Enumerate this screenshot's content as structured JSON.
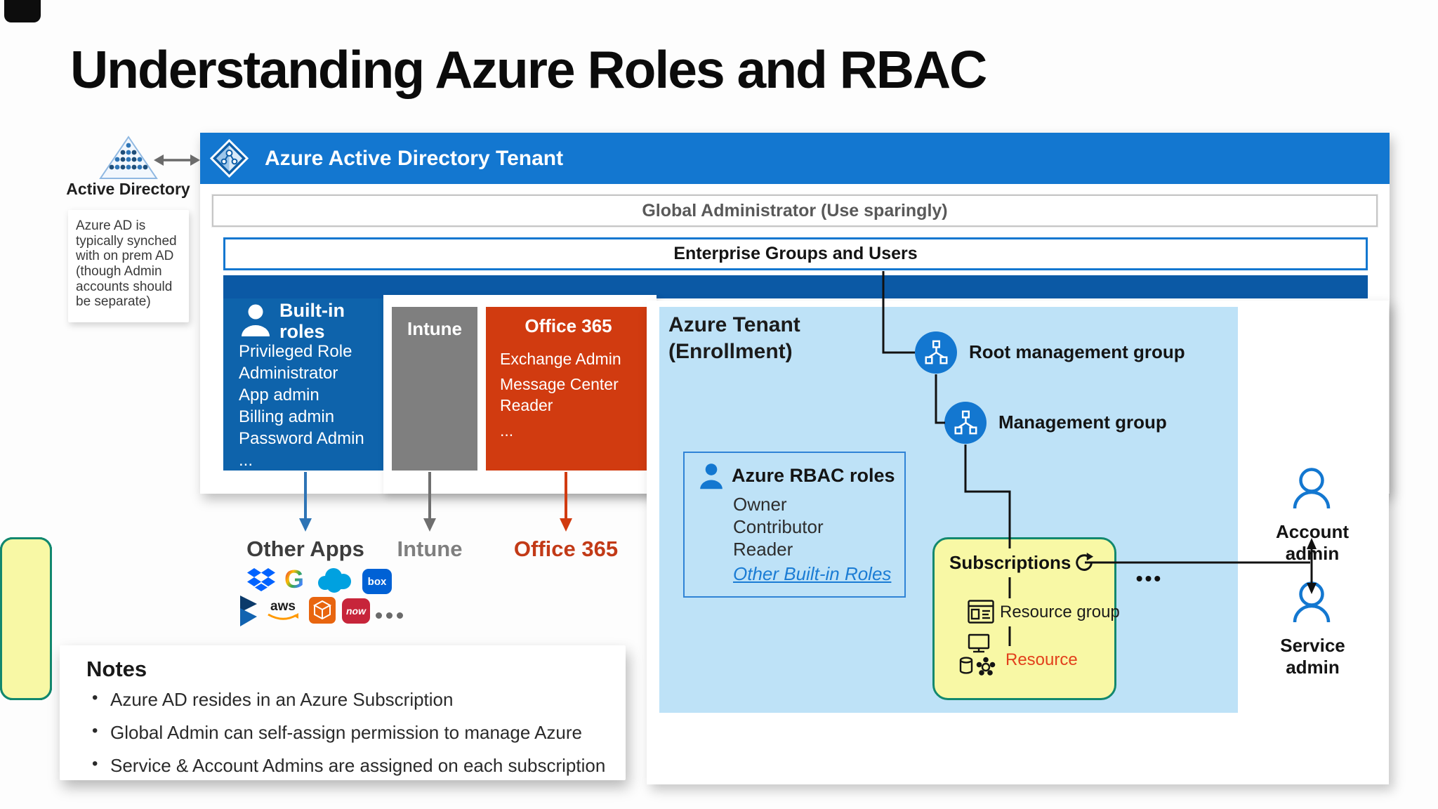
{
  "slide": {
    "title": "Understanding Azure Roles and RBAC"
  },
  "active_directory": {
    "label": "Active Directory",
    "note": "Azure AD is typically synched with on prem AD (though Admin accounts should be separate)"
  },
  "aad": {
    "header": "Azure Active Directory Tenant",
    "global_admin_bar": "Global Administrator (Use sparingly)",
    "enterprise_bar": "Enterprise Groups and Users",
    "built_in": {
      "title": "Built-in roles",
      "roles": [
        "Privileged Role Administrator",
        "App admin",
        "Billing admin",
        "Password Admin",
        "..."
      ]
    },
    "intune_box": "Intune",
    "office": {
      "title": "Office 365",
      "roles": [
        "Exchange Admin",
        "Message Center Reader",
        "..."
      ]
    }
  },
  "downstream": {
    "other_apps_label": "Other Apps",
    "intune_label": "Intune",
    "office_label": "Office 365",
    "app_icons": [
      "dropbox",
      "google",
      "salesforce",
      "box",
      "dynamics-365",
      "aws",
      "aws-cube",
      "servicenow",
      "more-apps"
    ],
    "google_letter": "G",
    "box_text": "box",
    "aws_text": "aws",
    "now_text": "now"
  },
  "tenant": {
    "title": "Azure Tenant (Enrollment)",
    "root_management_group": "Root management group",
    "management_group": "Management group",
    "rbac": {
      "title": "Azure RBAC roles",
      "roles": [
        "Owner",
        "Contributor",
        "Reader"
      ],
      "link": "Other Built-in Roles"
    },
    "subscriptions": {
      "title": "Subscriptions",
      "resource_group": "Resource group",
      "resource": "Resource",
      "more": "•••"
    }
  },
  "admins": {
    "account": "Account admin",
    "service": "Service admin"
  },
  "notes": {
    "title": "Notes",
    "items": [
      "Azure AD resides in an Azure Subscription",
      "Global Admin can self-assign permission to manage Azure",
      "Service & Account Admins are assigned on each subscription"
    ]
  },
  "colors": {
    "azure_blue": "#1377d0",
    "dark_blue_bar": "#0b59a5",
    "built_in_box": "#0e63ab",
    "intune_gray": "#7f7f7f",
    "office_orange": "#d13b10",
    "tenant_light_blue": "#bee2f7",
    "subscription_yellow": "#f8f8a5",
    "teal_border": "#12886e",
    "link_blue": "#1b7cd4",
    "resource_red": "#e2401c"
  }
}
